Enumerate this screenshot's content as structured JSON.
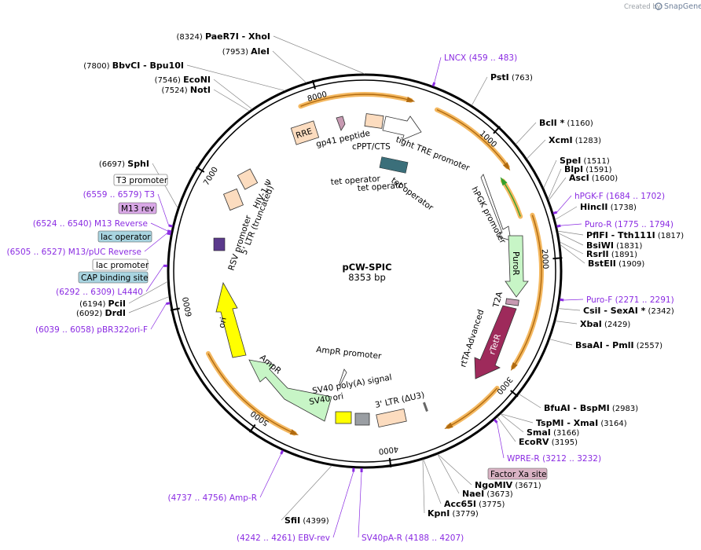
{
  "credit": {
    "prefix": "Created by",
    "brand": "SnapGene"
  },
  "plasmid": {
    "name": "pCW-SPIC",
    "length_label": "8353 bp",
    "length": 8353
  },
  "ticks": [
    {
      "pos": 1000,
      "label": "1000"
    },
    {
      "pos": 2000,
      "label": "2000"
    },
    {
      "pos": 3000,
      "label": "3000"
    },
    {
      "pos": 4000,
      "label": "4000"
    },
    {
      "pos": 5000,
      "label": "5000"
    },
    {
      "pos": 6000,
      "label": "6000"
    },
    {
      "pos": 7000,
      "label": "7000"
    },
    {
      "pos": 8000,
      "label": "8000"
    }
  ],
  "enzymes": [
    {
      "id": "xhoi",
      "pos": 8353,
      "name": "PaeR7I",
      "name2": "XhoI",
      "num": "(8324)"
    },
    {
      "id": "alei",
      "pos": 7953,
      "name": "AleI",
      "num": "(7953)"
    },
    {
      "id": "bbvci",
      "pos": 7800,
      "name": "BbvCI",
      "name2": "Bpu10I",
      "num": "(7800)"
    },
    {
      "id": "econi",
      "pos": 7546,
      "name": "EcoNI",
      "num": "(7546)"
    },
    {
      "id": "noti",
      "pos": 7524,
      "name": "NotI",
      "num": "(7524)"
    },
    {
      "id": "sphi",
      "pos": 6697,
      "name": "SphI",
      "num": "(6697)"
    },
    {
      "id": "pcii",
      "pos": 6194,
      "name": "PciI",
      "num": "(6194)"
    },
    {
      "id": "drdi",
      "pos": 6092,
      "name": "DrdI",
      "num": "(6092)"
    },
    {
      "id": "psti",
      "pos": 763,
      "name": "PstI",
      "num": "(763)"
    },
    {
      "id": "bcli",
      "pos": 1160,
      "name": "BclI *",
      "num": "(1160)"
    },
    {
      "id": "xcmi",
      "pos": 1283,
      "name": "XcmI",
      "num": "(1283)"
    },
    {
      "id": "spei",
      "pos": 1511,
      "name": "SpeI",
      "num": "(1511)"
    },
    {
      "id": "blpi",
      "pos": 1591,
      "name": "BlpI",
      "num": "(1591)"
    },
    {
      "id": "asci",
      "pos": 1600,
      "name": "AscI",
      "num": "(1600)"
    },
    {
      "id": "hincii",
      "pos": 1738,
      "name": "HincII",
      "num": "(1738)"
    },
    {
      "id": "pflfi",
      "pos": 1817,
      "name": "PflFI",
      "name2": "Tth111I",
      "num": "(1817)"
    },
    {
      "id": "bsiwi",
      "pos": 1831,
      "name": "BsiWI",
      "num": "(1831)"
    },
    {
      "id": "rsrii",
      "pos": 1891,
      "name": "RsrII",
      "num": "(1891)"
    },
    {
      "id": "bsteii",
      "pos": 1909,
      "name": "BstEII",
      "num": "(1909)"
    },
    {
      "id": "csii",
      "pos": 2342,
      "name": "CsiI",
      "name2": "SexAI *",
      "num": "(2342)"
    },
    {
      "id": "xbai",
      "pos": 2429,
      "name": "XbaI",
      "num": "(2429)"
    },
    {
      "id": "bsaai",
      "pos": 2557,
      "name": "BsaAI",
      "name2": "PmlI",
      "num": "(2557)"
    },
    {
      "id": "bfuai",
      "pos": 2983,
      "name": "BfuAI",
      "name2": "BspMI",
      "num": "(2983)"
    },
    {
      "id": "tspmi",
      "pos": 3164,
      "name": "TspMI",
      "name2": "XmaI",
      "num": "(3164)"
    },
    {
      "id": "smai",
      "pos": 3166,
      "name": "SmaI",
      "num": "(3166)"
    },
    {
      "id": "ecorv",
      "pos": 3195,
      "name": "EcoRV",
      "num": "(3195)"
    },
    {
      "id": "ngomiv",
      "pos": 3671,
      "name": "NgoMIV",
      "num": "(3671)"
    },
    {
      "id": "naei",
      "pos": 3673,
      "name": "NaeI",
      "num": "(3673)"
    },
    {
      "id": "acc65i",
      "pos": 3775,
      "name": "Acc65I",
      "num": "(3775)"
    },
    {
      "id": "kpni",
      "pos": 3779,
      "name": "KpnI",
      "num": "(3779)"
    },
    {
      "id": "sfii",
      "pos": 4399,
      "name": "SfiI",
      "num": "(4399)"
    }
  ],
  "primers": [
    {
      "id": "lncx",
      "pos": 471,
      "name": "LNCX",
      "range": "(459 .. 483)"
    },
    {
      "id": "hpgk-f",
      "pos": 1693,
      "name": "hPGK-F",
      "range": "(1684 .. 1702)"
    },
    {
      "id": "puro-r",
      "pos": 1785,
      "name": "Puro-R",
      "range": "(1775 .. 1794)"
    },
    {
      "id": "puro-f",
      "pos": 2281,
      "name": "Puro-F",
      "range": "(2271 .. 2291)"
    },
    {
      "id": "wpre-r",
      "pos": 3222,
      "name": "WPRE-R",
      "range": "(3212 .. 3232)"
    },
    {
      "id": "sv40pa-r",
      "pos": 4197,
      "name": "SV40pA-R",
      "range": "(4188 .. 4207)"
    },
    {
      "id": "ebv-rev",
      "pos": 4251,
      "name": "EBV-rev",
      "range": "(4242 .. 4261)"
    },
    {
      "id": "amp-r",
      "pos": 4746,
      "name": "Amp-R",
      "range": "(4737 .. 4756)"
    },
    {
      "id": "pbr322ori-f",
      "pos": 6048,
      "name": "pBR322ori-F",
      "range": "(6039 .. 6058)"
    },
    {
      "id": "l4440",
      "pos": 6300,
      "name": "L4440",
      "range": "(6292 .. 6309)"
    },
    {
      "id": "m13puc-rev",
      "pos": 6516,
      "name": "M13/pUC Reverse",
      "range": "(6505 .. 6527)"
    },
    {
      "id": "m13-reverse",
      "pos": 6532,
      "name": "M13 Reverse",
      "range": "(6524 .. 6540)"
    },
    {
      "id": "t3",
      "pos": 6569,
      "name": "T3",
      "range": "(6559 .. 6579)"
    }
  ],
  "boxed_features": [
    {
      "id": "factor-xa",
      "name": "Factor Xa site",
      "fill": "#d9b3c4"
    },
    {
      "id": "cap-site",
      "name": "CAP binding site",
      "fill": "#a8d4e0"
    },
    {
      "id": "lac-promoter",
      "name": "lac promoter",
      "fill": "#ffffff"
    },
    {
      "id": "lac-operator",
      "name": "lac operator",
      "fill": "#a8d4e0"
    },
    {
      "id": "m13-rev",
      "name": "M13 rev",
      "fill": "#d9a8e6"
    },
    {
      "id": "t3-promoter",
      "name": "T3 promoter",
      "fill": "#ffffff"
    }
  ],
  "features": [
    {
      "id": "tight-tre",
      "name": "tight TRE promoter"
    },
    {
      "id": "hpgk",
      "name": "hPGK promoter"
    },
    {
      "id": "puror",
      "name": "PuroR"
    },
    {
      "id": "t2a",
      "name": "T2A"
    },
    {
      "id": "rtetr",
      "name": "rTetR"
    },
    {
      "id": "rtta",
      "name": "rtTA-Advanced"
    },
    {
      "id": "ltr3",
      "name": "3' LTR (ΔU3)"
    },
    {
      "id": "sv40-polya",
      "name": "SV40 poly(A) signal"
    },
    {
      "id": "sv40-ori",
      "name": "SV40 ori"
    },
    {
      "id": "ampr-promoter",
      "name": "AmpR promoter"
    },
    {
      "id": "ampr",
      "name": "AmpR"
    },
    {
      "id": "ori",
      "name": "ori"
    },
    {
      "id": "rsv",
      "name": "RSV promoter"
    },
    {
      "id": "ltr5",
      "name": "5' LTR (truncated)"
    },
    {
      "id": "hiv-psi",
      "name": "HIV-1 Ψ"
    },
    {
      "id": "rre",
      "name": "RRE"
    },
    {
      "id": "gp41",
      "name": "gp41 peptide"
    },
    {
      "id": "cppt",
      "name": "cPPT/CTS"
    },
    {
      "id": "tet-op-1",
      "name": "tet operator"
    },
    {
      "id": "tet-op-2",
      "name": "tet operator"
    },
    {
      "id": "tet-op-3",
      "name": "tet operator"
    }
  ],
  "colors": {
    "backbone": "#000000",
    "primer": "#8a2be2",
    "orf_outline": "#f4b860",
    "orf_arrow": "#b06a10",
    "green_arrow": "#33a02c",
    "promoter_fill": "#ffffff",
    "puror_fill": "#c7f5c6",
    "rtetr_fill": "#9e2a5b",
    "ori_fill": "#ffff00",
    "ampr_fill": "#c7f5c6",
    "ltr_fill": "#fcdcbf",
    "gp41_fill": "#c79ab2",
    "tetop_fill": "#3b6f7a",
    "sv40ori_fill": "#9a9ea3"
  }
}
